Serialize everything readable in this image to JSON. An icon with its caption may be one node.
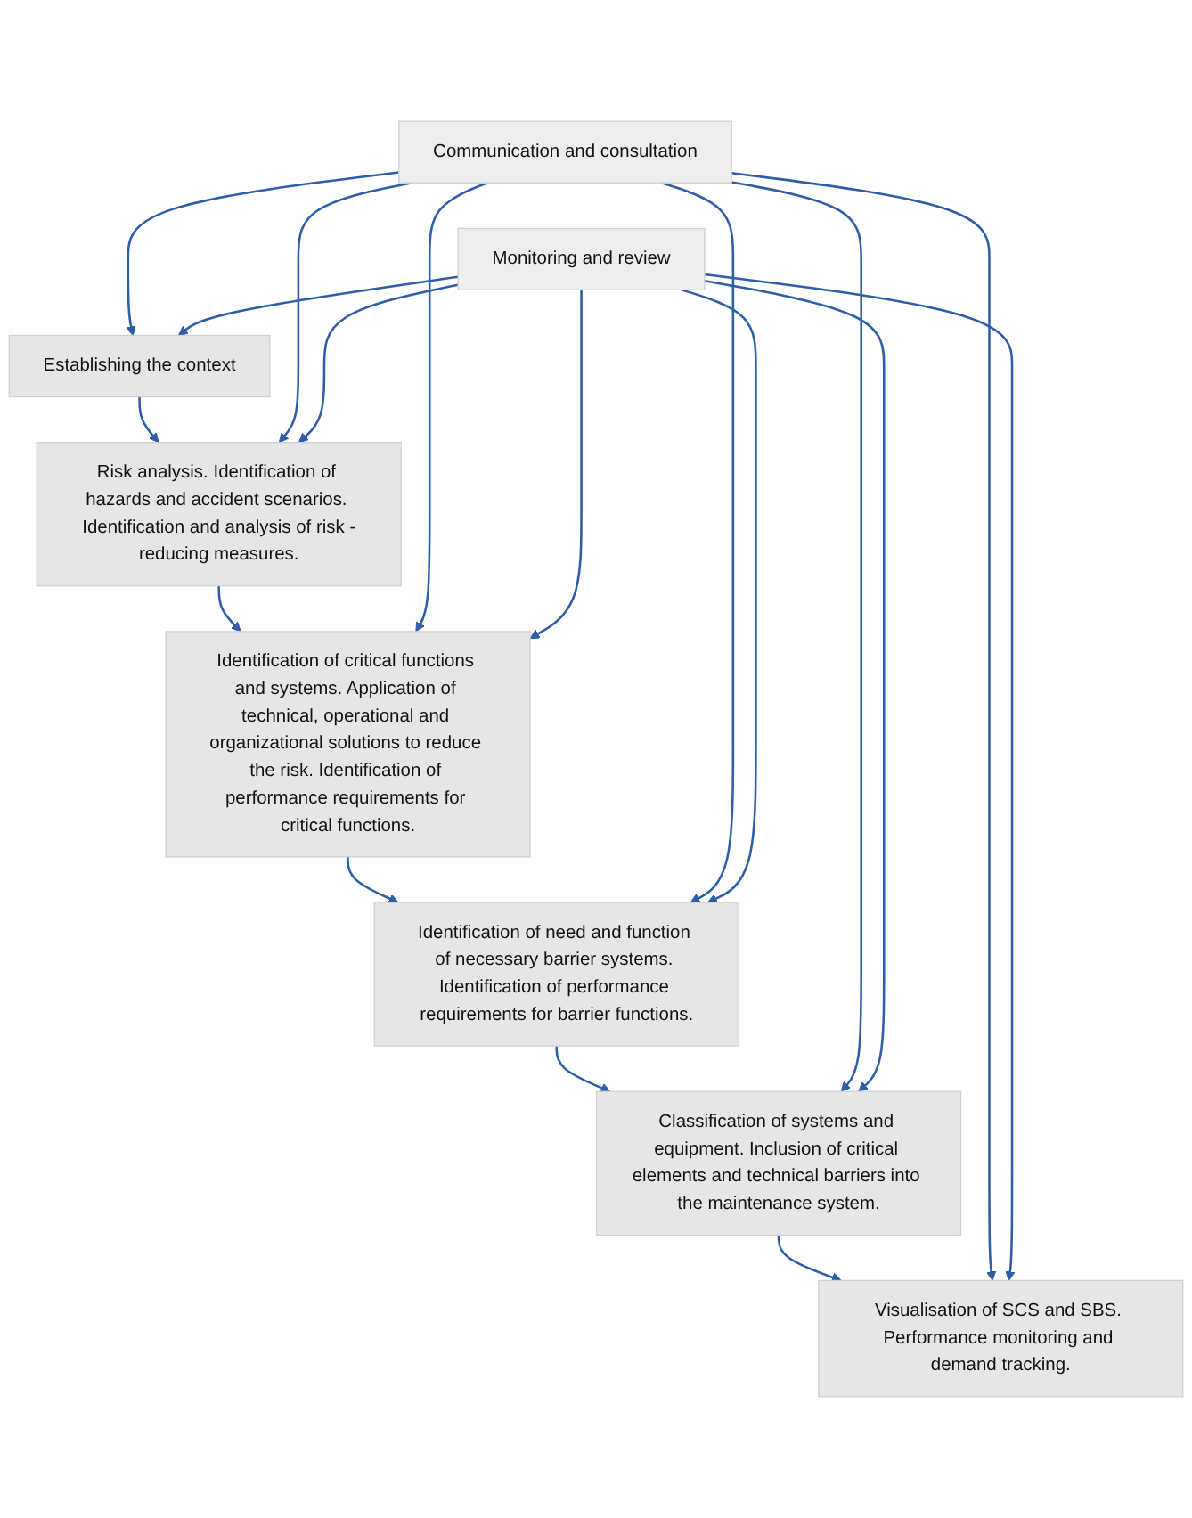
{
  "diagram": {
    "nodes": [
      {
        "text": [
          "Communication and consultation"
        ]
      },
      {
        "text": [
          "Establishing the context"
        ]
      },
      {
        "text": [
          "Risk analysis. Identification of hazards and accident scenarios. Identification and analysis of risk -reducing measures."
        ]
      },
      {
        "text": [
          "Identification of critical functions and systems. Application of technical, operational and organizational solutions to reduce the risk. Identification of performance requirements for critical functions."
        ]
      },
      {
        "text": [
          "Identification of need and function of necessary barrier systems. Identification of performance requirements for barrier functions."
        ]
      },
      {
        "text": [
          "Classification of systems and equipment. Inclusion of critical elements and technical barriers into the maintenance system."
        ]
      },
      {
        "text": [
          "Visualisation of SCS and SBS. Performance monitoring and demand tracking."
        ]
      },
      {
        "text": [
          "Monitoring and review"
        ]
      }
    ],
    "edges": [
      {
        "from": 1,
        "to": 2,
        "arrow": "to"
      },
      {
        "from": 2,
        "to": 3,
        "arrow": "to"
      },
      {
        "from": 3,
        "to": 4,
        "arrow": "to"
      },
      {
        "from": 4,
        "to": 5,
        "arrow": "to"
      },
      {
        "from": 5,
        "to": 6,
        "arrow": "to"
      },
      {
        "from": 0,
        "to": 1,
        "arrow": "to"
      },
      {
        "from": 0,
        "to": 2,
        "arrow": "to"
      },
      {
        "from": 0,
        "to": 3,
        "arrow": "to"
      },
      {
        "from": 0,
        "to": 4,
        "arrow": "to"
      },
      {
        "from": 0,
        "to": 5,
        "arrow": "to"
      },
      {
        "from": 0,
        "to": 6,
        "arrow": "to"
      },
      {
        "from": 7,
        "to": 1,
        "arrow": "to"
      },
      {
        "from": 7,
        "to": 2,
        "arrow": "to"
      },
      {
        "from": 7,
        "to": 3,
        "arrow": "to"
      },
      {
        "from": 7,
        "to": 4,
        "arrow": "to"
      },
      {
        "from": 7,
        "to": 5,
        "arrow": "to"
      },
      {
        "from": 7,
        "to": 6,
        "arrow": "to"
      }
    ]
  }
}
